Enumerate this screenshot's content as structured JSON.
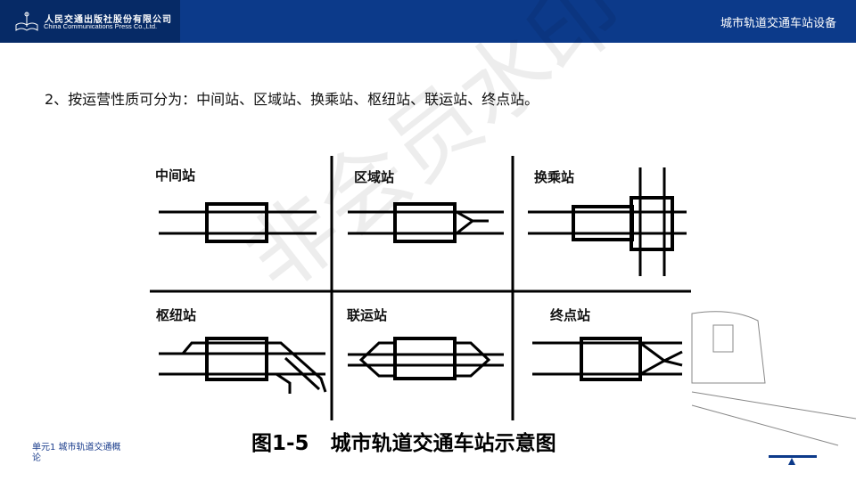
{
  "header": {
    "logo_cn": "人民交通出版社股份有限公司",
    "logo_en": "China Communications Press Co.,Ltd.",
    "title": "城市轨道交通车站设备"
  },
  "content": {
    "intro": "2、按运营性质可分为：中间站、区域站、换乘站、枢纽站、联运站、终点站。",
    "stations": [
      "中间站",
      "区域站",
      "换乘站",
      "枢纽站",
      "联运站",
      "终点站"
    ],
    "caption": "图1-5   城市轨道交通车站示意图",
    "watermark": "非会员水印"
  },
  "footer": {
    "unit": "单元1 城市轨道交通概论",
    "nav_icon": "triangle-up-icon"
  },
  "colors": {
    "header": "#0c3a8a",
    "logo_bg": "#062a66",
    "footer_text": "#1a3c8c"
  }
}
